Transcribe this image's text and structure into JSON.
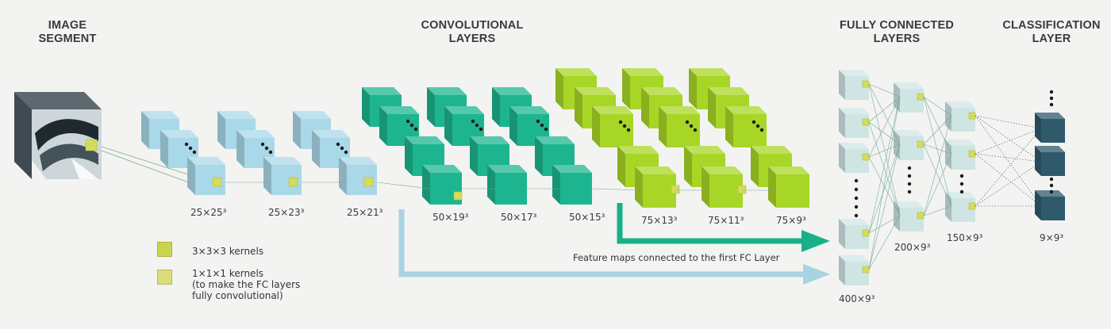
{
  "headings": {
    "image_segment": [
      "IMAGE",
      "SEGMENT"
    ],
    "conv_layers": [
      "CONVOLUTIONAL",
      "LAYERS"
    ],
    "fc_layers": [
      "FULLY CONNECTED",
      "LAYERS"
    ],
    "classification": [
      "CLASSIFICATION",
      "LAYER"
    ]
  },
  "layer_labels": {
    "l1": "25×25³",
    "l2": "25×23³",
    "l3": "25×21³",
    "l4": "50×19³",
    "l5": "50×17³",
    "l6": "50×15³",
    "l7": "75×13³",
    "l8": "75×11³",
    "l9": "75×9³",
    "fc1": "400×9³",
    "fc2": "200×9³",
    "fc3": "150×9³",
    "cls": "9×9³"
  },
  "legend": {
    "kernel3": "3×3×3 kernels",
    "kernel1_line1": "1×1×1 kernels",
    "kernel1_line2": "(to make the FC layers",
    "kernel1_line3": "fully convolutional)"
  },
  "arrow_note": "Feature maps connected to the first FC Layer",
  "colors": {
    "blue": "#a9d8e8",
    "teal": "#1db58f",
    "lime": "#a8d626",
    "kernel_yellow": "#d4dc5a",
    "dark": "#2c4a5c",
    "arrow_green": "#18b088",
    "arrow_blue": "#a9d3e2"
  }
}
